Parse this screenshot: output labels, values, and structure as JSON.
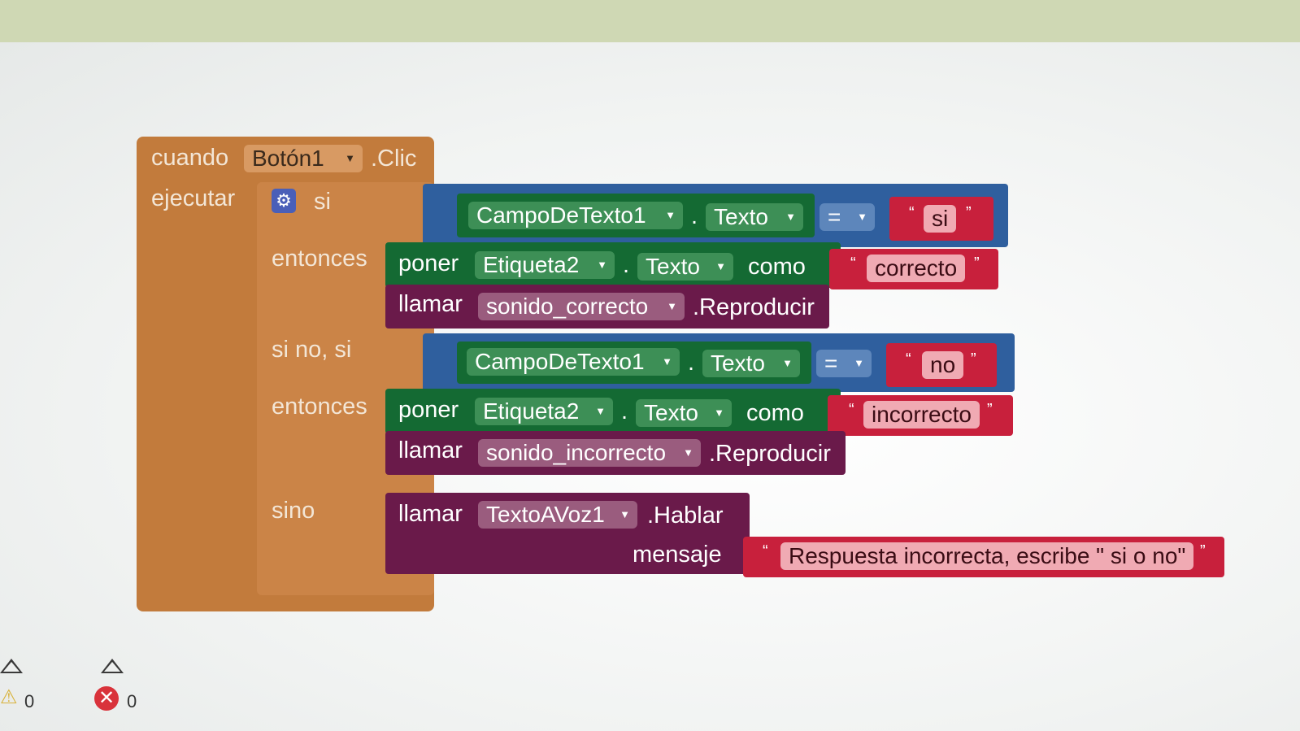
{
  "event": {
    "when_label": "cuando",
    "component": "Botón1",
    "event_name": ".Clic",
    "do_label": "ejecutar"
  },
  "if_block": {
    "if_label": "si",
    "then_label": "entonces",
    "elseif_label": "si no, si",
    "else_label": "sino"
  },
  "cond1": {
    "component": "CampoDeTexto1",
    "property": "Texto",
    "operator": "=",
    "text": "si"
  },
  "then1": {
    "set_label": "poner",
    "component": "Etiqueta2",
    "property": "Texto",
    "as_label": "como",
    "text": "correcto",
    "call_label": "llamar",
    "sound": "sonido_correcto",
    "method": ".Reproducir"
  },
  "cond2": {
    "component": "CampoDeTexto1",
    "property": "Texto",
    "operator": "=",
    "text": "no"
  },
  "then2": {
    "set_label": "poner",
    "component": "Etiqueta2",
    "property": "Texto",
    "as_label": "como",
    "text": "incorrecto",
    "call_label": "llamar",
    "sound": "sonido_incorrecto",
    "method": ".Reproducir"
  },
  "else_branch": {
    "call_label": "llamar",
    "component": "TextoAVoz1",
    "method": ".Hablar",
    "arg_label": "mensaje",
    "text": "Respuesta incorrecta, escribe \" si o no\""
  },
  "quotes": {
    "open": "“",
    "close": "”"
  },
  "indicators": {
    "warnings": "0",
    "errors": "0"
  },
  "colors": {
    "event": "#c27b3c",
    "control": "#cb8447",
    "logic_compare": "#2f5f9e",
    "component_setter": "#146a33",
    "component_call": "#6a1a4a",
    "text": "#c8203c"
  },
  "icons": {
    "mutator": "gear-icon",
    "dropdown": "chevron-down-icon",
    "warning": "warning-icon",
    "error": "error-icon"
  }
}
